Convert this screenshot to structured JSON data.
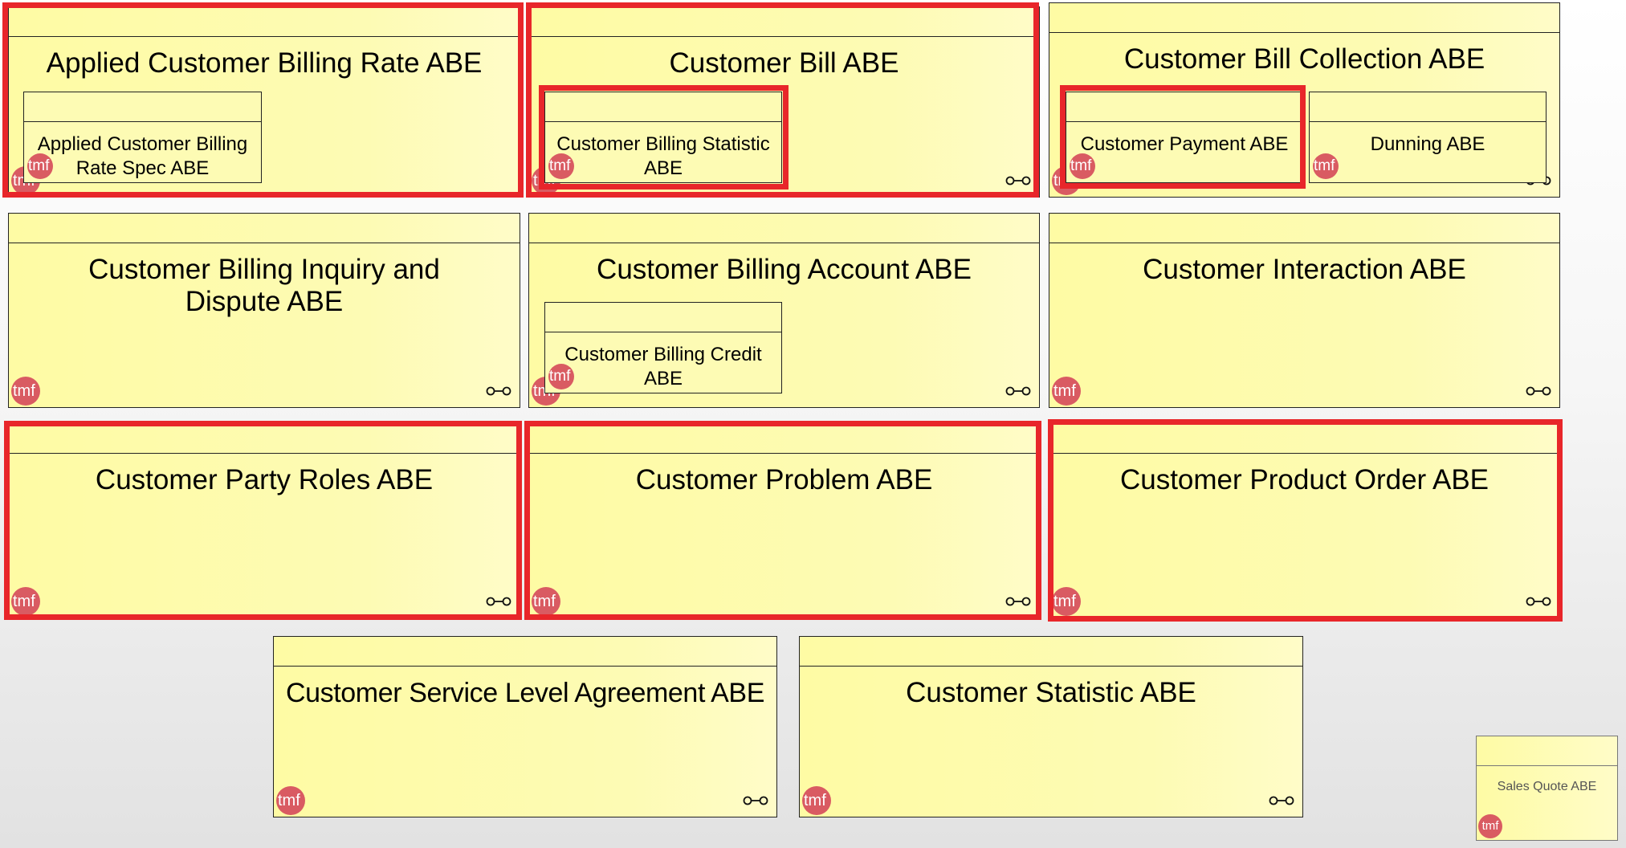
{
  "logo_text": "tmf",
  "colors": {
    "box_fill": "#fefba4",
    "box_border": "#222222",
    "highlight": "#e8262a",
    "logo": "#d95b62"
  },
  "boxes": [
    {
      "title": "Applied Customer Billing Rate ABE",
      "highlighted": true
    },
    {
      "title": "Customer Bill ABE",
      "highlighted": true
    },
    {
      "title": "Customer Bill Collection ABE",
      "highlighted": false
    },
    {
      "title": "Customer Billing Inquiry and Dispute ABE",
      "highlighted": false
    },
    {
      "title": "Customer Billing Account ABE",
      "highlighted": false
    },
    {
      "title": "Customer Interaction ABE",
      "highlighted": false
    },
    {
      "title": "Customer Party Roles ABE",
      "highlighted": true
    },
    {
      "title": "Customer Problem ABE",
      "highlighted": true
    },
    {
      "title": "Customer Product Order ABE",
      "highlighted": true
    },
    {
      "title": "Customer Service Level Agreement ABE",
      "highlighted": false
    },
    {
      "title": "Customer Statistic ABE",
      "highlighted": false
    }
  ],
  "inner_boxes": [
    {
      "label": "Applied Customer Billing Rate Spec ABE",
      "highlighted": false
    },
    {
      "label": "Customer Billing Statistic ABE",
      "highlighted": true
    },
    {
      "label": "Customer Payment ABE",
      "highlighted": true
    },
    {
      "label": "Dunning ABE",
      "highlighted": false
    },
    {
      "label": "Customer Billing Credit ABE",
      "highlighted": false
    }
  ],
  "small_box": {
    "title": "Sales Quote ABE"
  }
}
